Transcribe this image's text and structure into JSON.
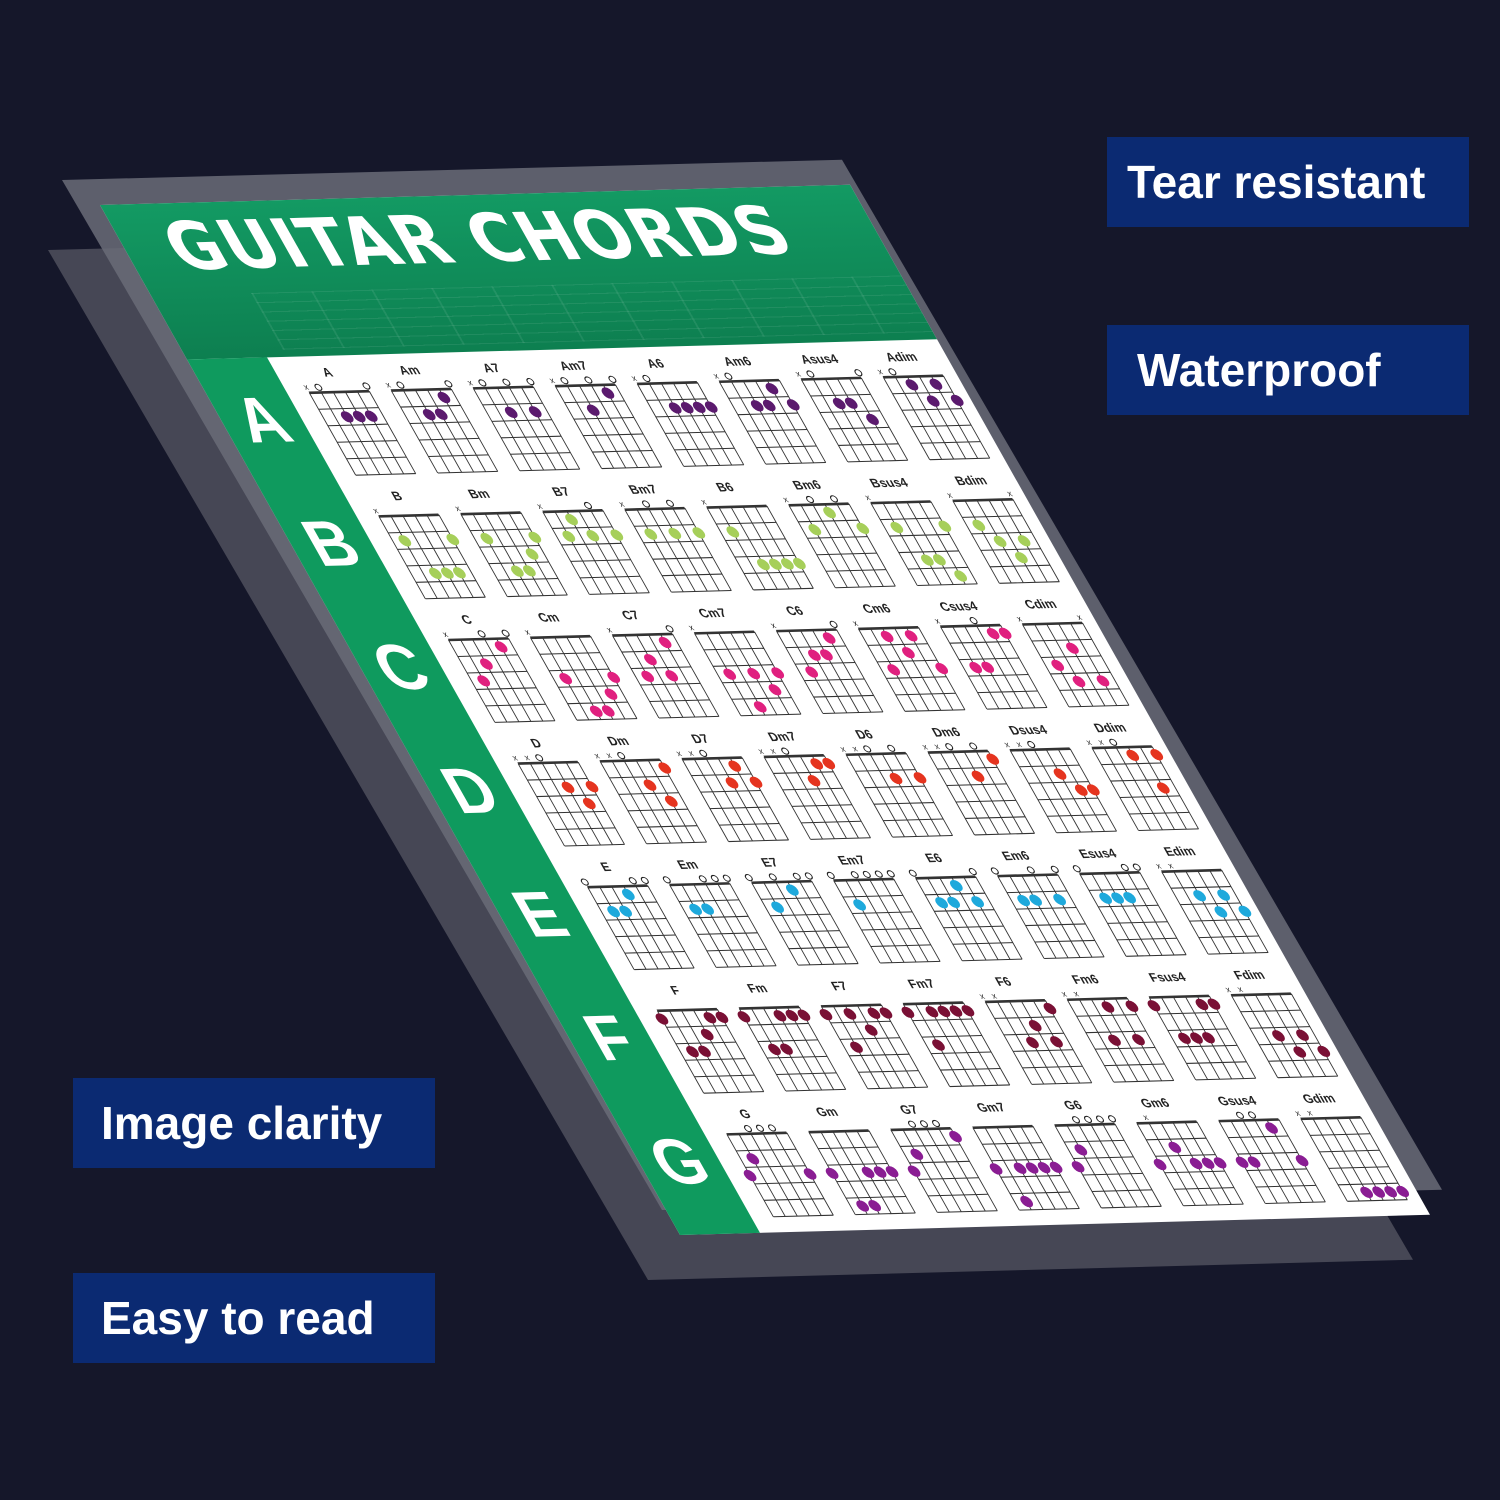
{
  "poster": {
    "title": "GUITAR CHORDS",
    "header_color": "#139a63",
    "rows": [
      {
        "letter": "A",
        "color": "#5b1a6e",
        "chords": [
          [
            "A",
            "x02220"
          ],
          [
            "Am",
            "x02210"
          ],
          [
            "A7",
            "x02020"
          ],
          [
            "Am7",
            "x02010"
          ],
          [
            "A6",
            "x02222"
          ],
          [
            "Am6",
            "x02212"
          ],
          [
            "Asus4",
            "x02230"
          ],
          [
            "Adim",
            "x01212"
          ]
        ]
      },
      {
        "letter": "B",
        "color": "#a6cf5a",
        "chords": [
          [
            "B",
            "x24442"
          ],
          [
            "Bm",
            "x24432"
          ],
          [
            "B7",
            "x21202"
          ],
          [
            "Bm7",
            "x20202"
          ],
          [
            "B6",
            "x24444"
          ],
          [
            "Bm6",
            "x20102"
          ],
          [
            "Bsus4",
            "x24452"
          ],
          [
            "Bdim",
            "x2343x"
          ]
        ]
      },
      {
        "letter": "C",
        "color": "#e0207f",
        "chords": [
          [
            "C",
            "x32010"
          ],
          [
            "Cm",
            "x35543"
          ],
          [
            "C7",
            "x32310"
          ],
          [
            "Cm7",
            "x35343"
          ],
          [
            "C6",
            "x32210"
          ],
          [
            "Cm6",
            "x31213"
          ],
          [
            "Csus4",
            "x33011"
          ],
          [
            "Cdim",
            "x3424x"
          ]
        ]
      },
      {
        "letter": "D",
        "color": "#e5341f",
        "chords": [
          [
            "D",
            "xx0232"
          ],
          [
            "Dm",
            "xx0231"
          ],
          [
            "D7",
            "xx0212"
          ],
          [
            "Dm7",
            "xx0211"
          ],
          [
            "D6",
            "xx0202"
          ],
          [
            "Dm6",
            "xx0201"
          ],
          [
            "Dsus4",
            "xx0233"
          ],
          [
            "Ddim",
            "xx0131"
          ]
        ]
      },
      {
        "letter": "E",
        "color": "#1ea9dc",
        "chords": [
          [
            "E",
            "022100"
          ],
          [
            "Em",
            "022000"
          ],
          [
            "E7",
            "020100"
          ],
          [
            "Em7",
            "020000"
          ],
          [
            "E6",
            "022120"
          ],
          [
            "Em6",
            "022020"
          ],
          [
            "Esus4",
            "022200"
          ],
          [
            "Edim",
            "xx2323"
          ]
        ]
      },
      {
        "letter": "F",
        "color": "#7a1035",
        "chords": [
          [
            "F",
            "133211"
          ],
          [
            "Fm",
            "133111"
          ],
          [
            "F7",
            "131211"
          ],
          [
            "Fm7",
            "131111"
          ],
          [
            "F6",
            "xx3231"
          ],
          [
            "Fm6",
            "xx3131"
          ],
          [
            "Fsus4",
            "133311"
          ],
          [
            "Fdim",
            "xx3434"
          ]
        ]
      },
      {
        "letter": "G",
        "color": "#8a1d93",
        "chords": [
          [
            "G",
            "320003"
          ],
          [
            "Gm",
            "355333"
          ],
          [
            "G7",
            "320001"
          ],
          [
            "Gm7",
            "353333"
          ],
          [
            "G6",
            "320000"
          ],
          [
            "Gm6",
            "3x2333"
          ],
          [
            "Gsus4",
            "330013"
          ],
          [
            "Gdim",
            "xx5656"
          ]
        ]
      }
    ]
  },
  "features": {
    "tear_resistant": "Tear resistant",
    "waterproof": "Waterproof",
    "image_clarity": "Image clarity",
    "easy_to_read": "Easy to read",
    "badge_color": "#0b2a72"
  }
}
